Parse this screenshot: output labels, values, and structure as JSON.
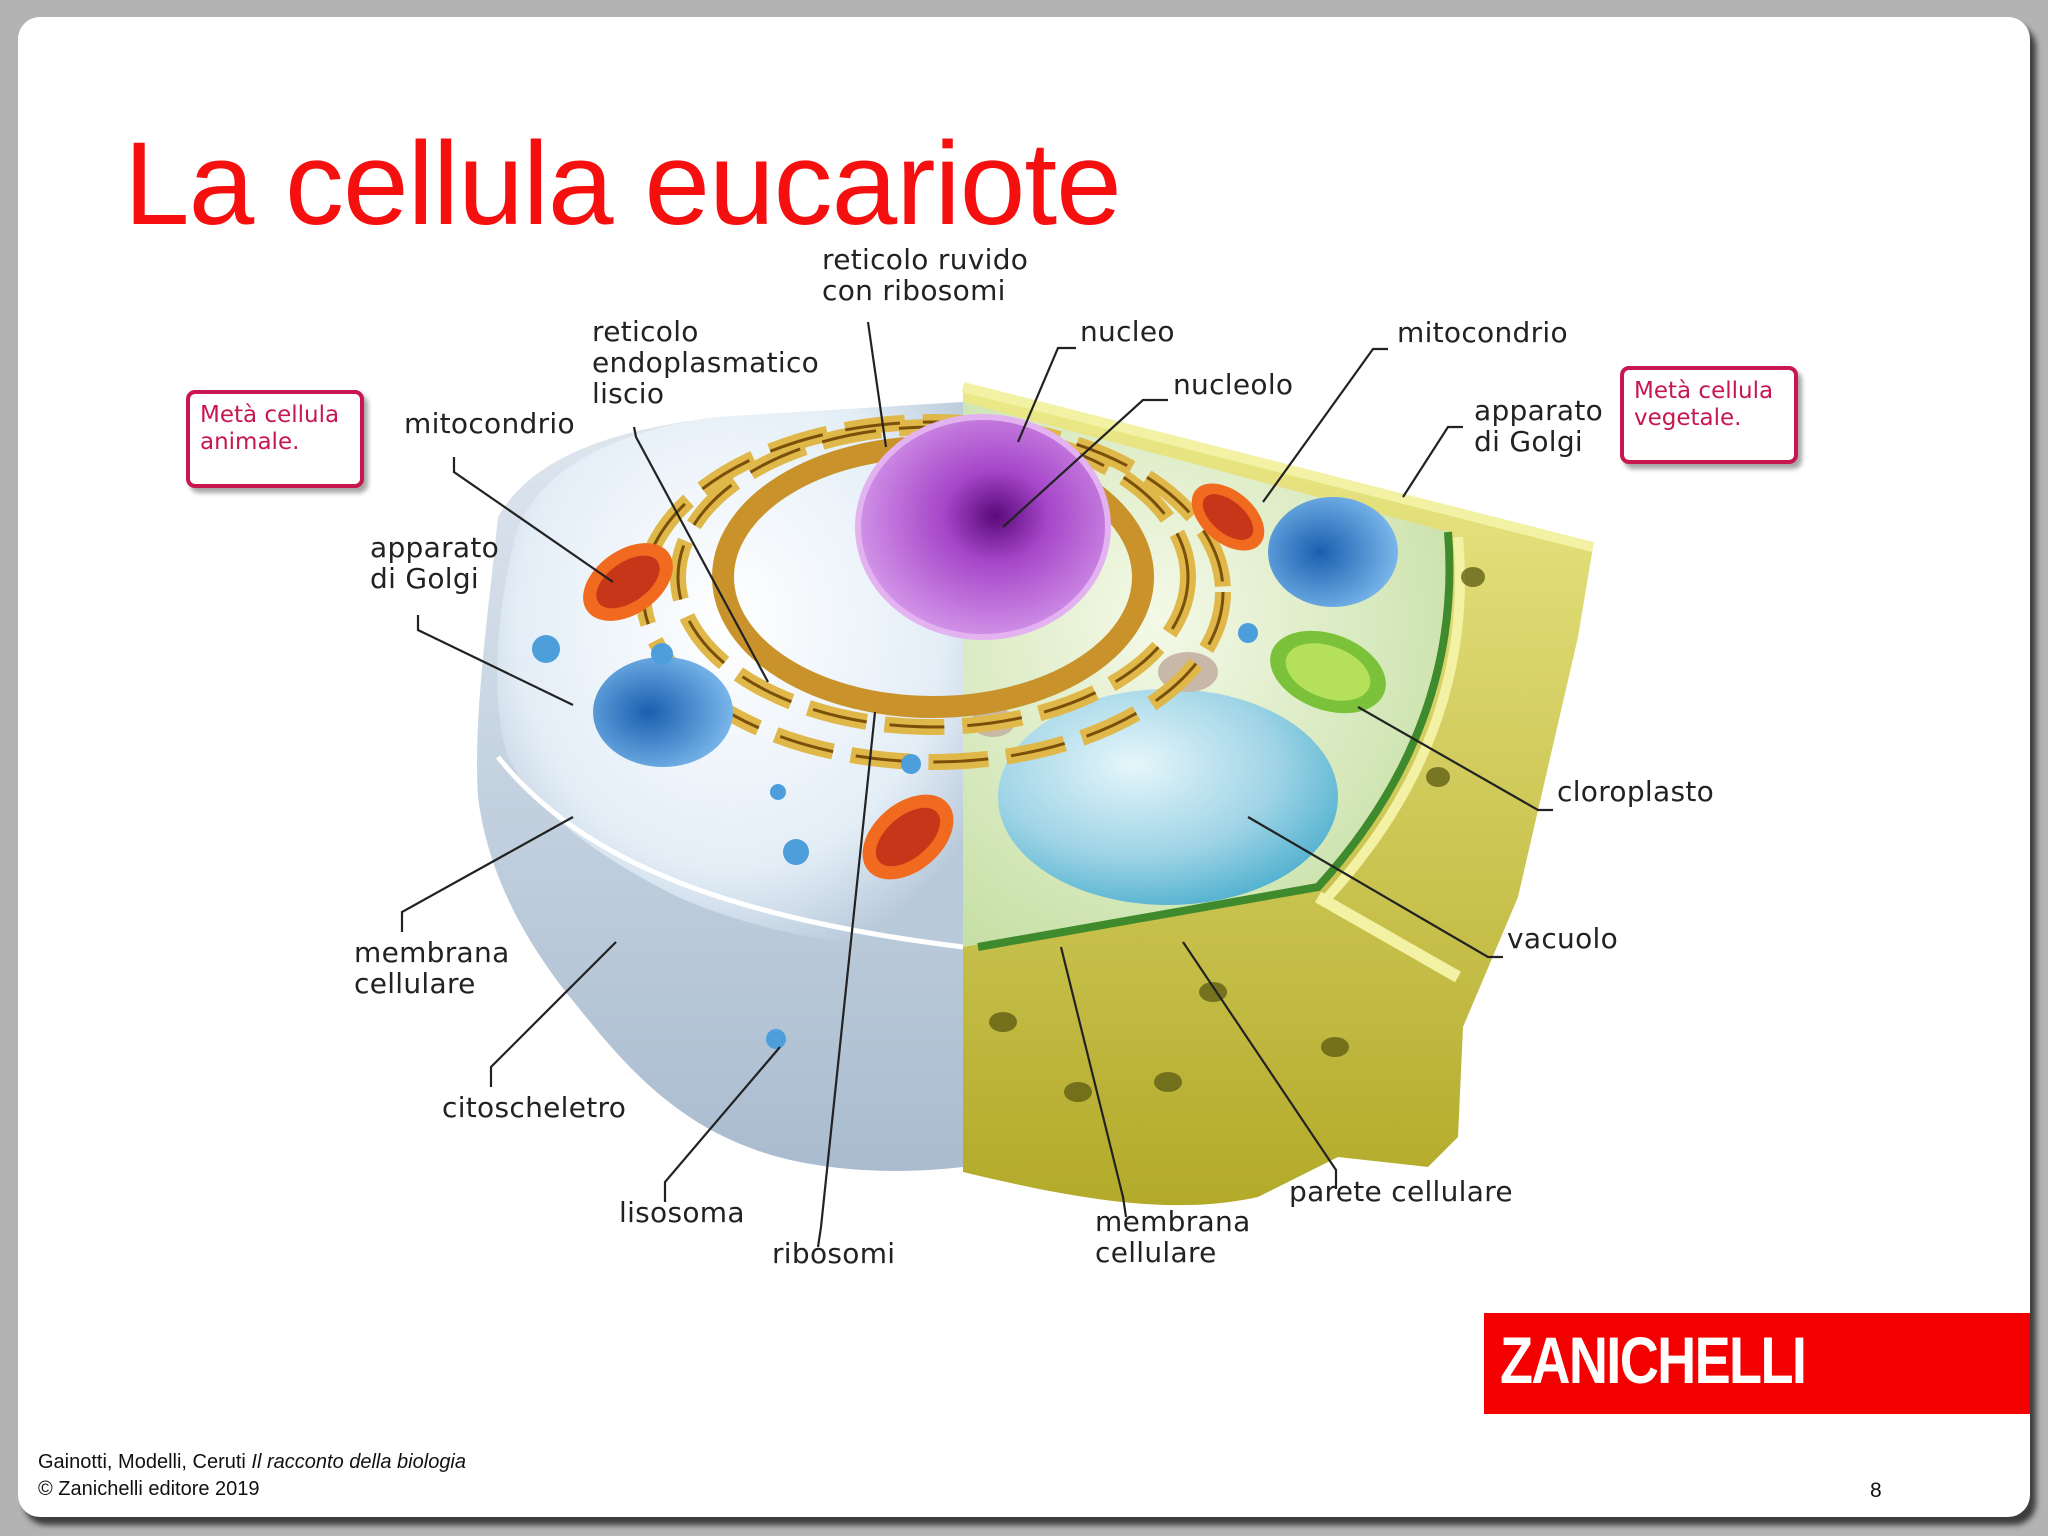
{
  "slide": {
    "title": "La cellula eucariote",
    "page_number": "8",
    "colors": {
      "title": "#f50f0f",
      "callout_border": "#c8174e",
      "brand_bar": "#f50000",
      "background": "#b3b3b3"
    }
  },
  "callouts": {
    "animal": {
      "line1": "Metà cellula",
      "line2": "animale."
    },
    "plant": {
      "line1": "Metà cellula",
      "line2": "vegetale."
    }
  },
  "labels": {
    "rer": {
      "line1": "reticolo ruvido",
      "line2": "con ribosomi"
    },
    "ser": {
      "line1": "reticolo",
      "line2": "endoplasmatico",
      "line3": "liscio"
    },
    "nucleo": "nucleo",
    "nucleolo": "nucleolo",
    "mito_left": "mitocondrio",
    "mito_right": "mitocondrio",
    "golgi_left": {
      "line1": "apparato",
      "line2": "di Golgi"
    },
    "golgi_right": {
      "line1": "apparato",
      "line2": "di Golgi"
    },
    "membrane_left": {
      "line1": "membrana",
      "line2": "cellulare"
    },
    "cytoskeleton": "citoscheletro",
    "lysosome": "lisosoma",
    "ribosomes": "ribosomi",
    "membrane_right": {
      "line1": "membrana",
      "line2": "cellulare"
    },
    "cell_wall": "parete cellulare",
    "vacuole": "vacuolo",
    "chloroplast": "cloroplasto"
  },
  "brand": {
    "name": "ZANICHELLI"
  },
  "credits": {
    "authors": "Gainotti, Modelli, Ceruti ",
    "book": "Il racconto della biologia",
    "copyright": "© Zanichelli editore 2019"
  }
}
